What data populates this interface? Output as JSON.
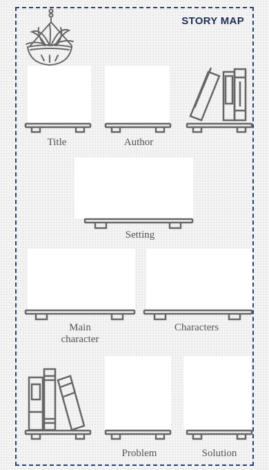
{
  "header": {
    "title": "STORY MAP"
  },
  "sections": {
    "title_label": "Title",
    "author_label": "Author",
    "setting_label": "Setting",
    "main_character_label": "Main\ncharacter",
    "characters_label": "Characters",
    "problem_label": "Problem",
    "solution_label": "Solution"
  },
  "colors": {
    "frame": "#27406e",
    "title": "#1f2f5a",
    "line_art": "#666666"
  },
  "icons": [
    "hanging-plant-icon",
    "books-icon"
  ]
}
